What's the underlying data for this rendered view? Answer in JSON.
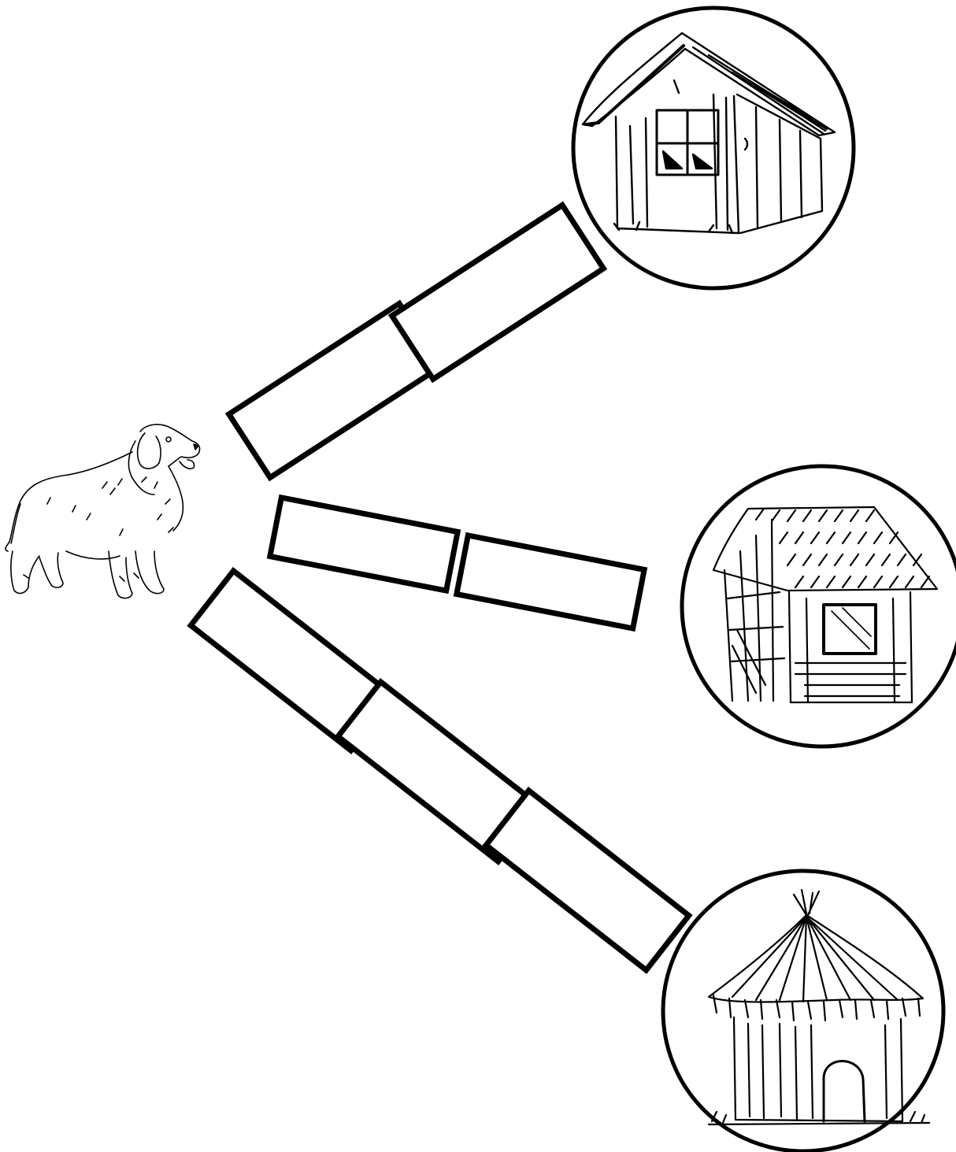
{
  "worksheet": {
    "animal": {
      "icon": "dog-icon"
    },
    "paths": [
      {
        "house": "wooden-house-icon",
        "box_count": 2
      },
      {
        "house": "brick-house-icon",
        "box_count": 2
      },
      {
        "house": "straw-hut-icon",
        "box_count": 3
      }
    ]
  },
  "colors": {
    "ink": "#000000",
    "paper": "#ffffff"
  }
}
